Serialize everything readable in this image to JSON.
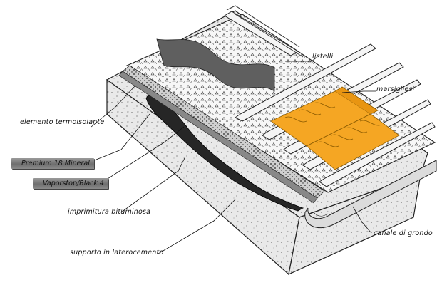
{
  "labels": {
    "listelli": "listelli",
    "marsigliesi": "marsigliesi",
    "elemento": "elemento termoisolante",
    "premium": "Premium 18 Mineral",
    "vaporstop": "Vaporstop/Black 4",
    "imprimitura": "imprimitura bituminosa",
    "supporto": "supporto in laterocemento",
    "canale": "canale di grondo"
  },
  "colors": {
    "concrete": "#e6e6e6",
    "insulation": "#f2f2f2",
    "tiles": "#f5a623",
    "bitumen": "#3a3a3a",
    "membrane_tag": "#7a7a7a"
  }
}
